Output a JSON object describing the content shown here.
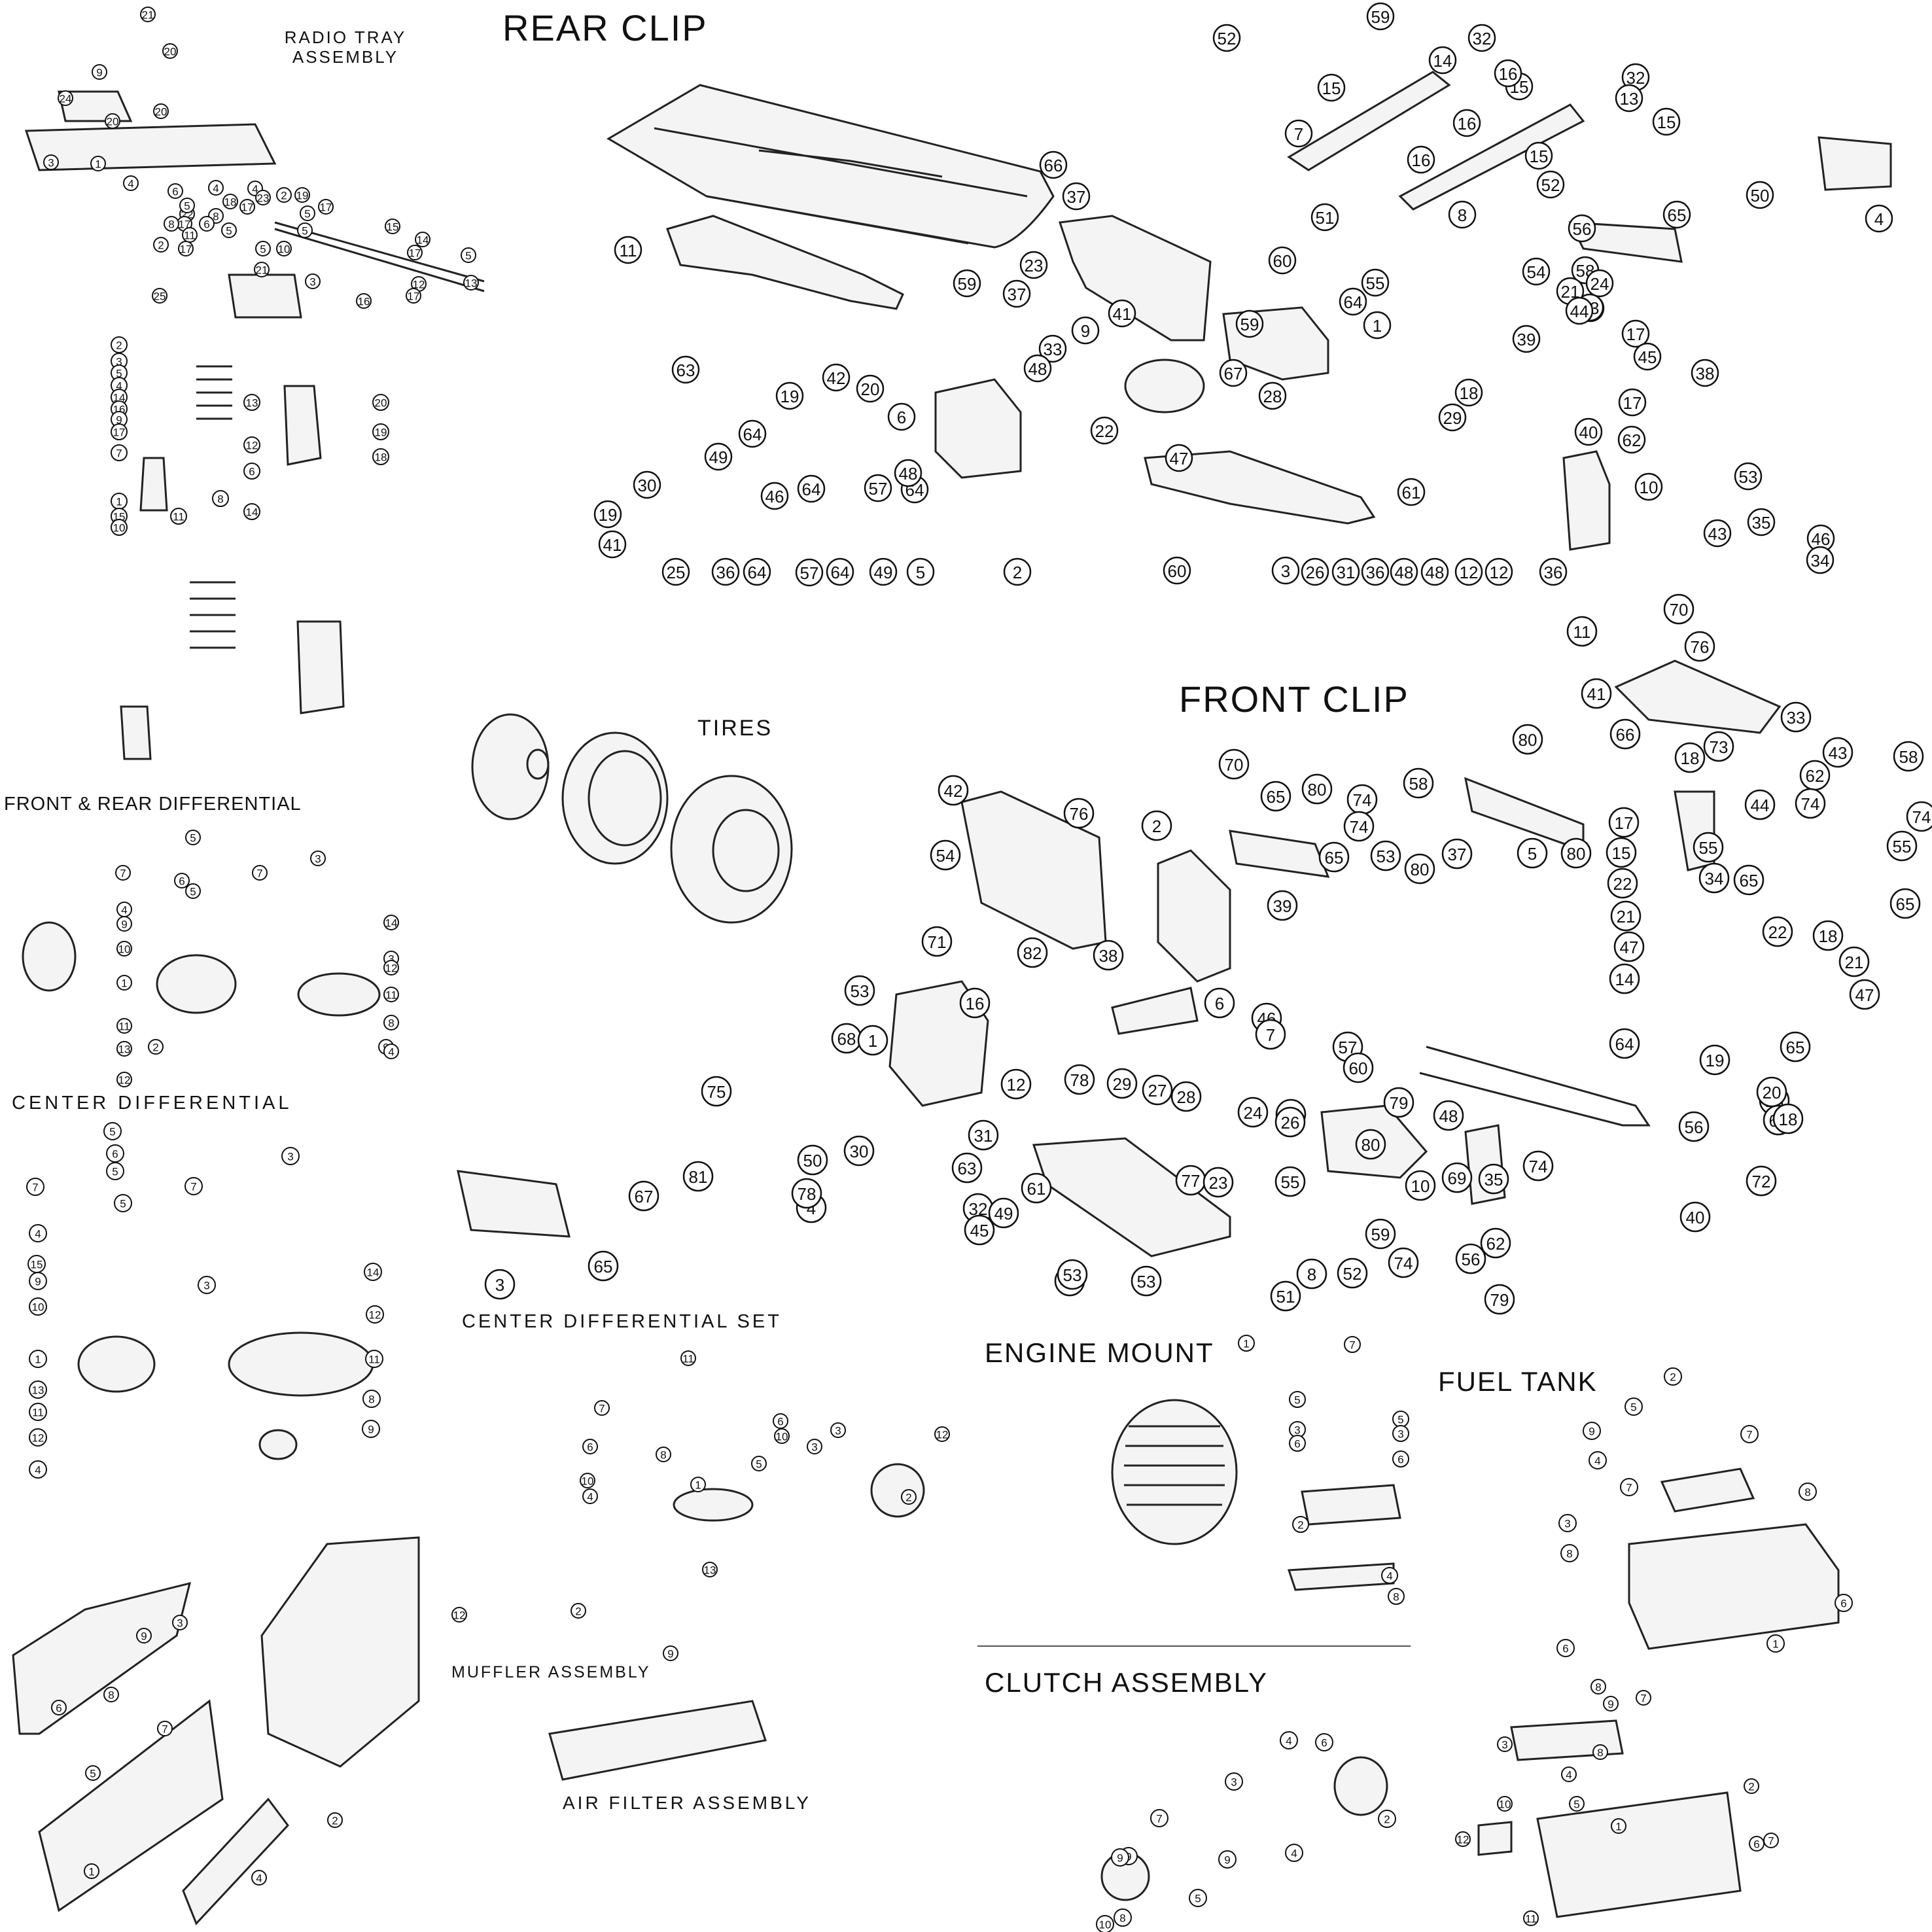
{
  "sections": {
    "radio_tray": "RADIO TRAY\nASSEMBLY",
    "rear_clip": "REAR CLIP",
    "tires": "TIRES",
    "front_clip": "FRONT CLIP",
    "front_rear_diff": "FRONT & REAR DIFFERENTIAL",
    "center_diff": "CENTER DIFFERENTIAL",
    "center_diff_set": "CENTER DIFFERENTIAL SET",
    "engine_mount": "ENGINE MOUNT",
    "fuel_tank": "FUEL TANK",
    "muffler": "MUFFLER ASSEMBLY",
    "clutch": "CLUTCH ASSEMBLY",
    "air_filter": "AIR FILTER ASSEMBLY"
  },
  "callouts": {
    "radio_tray": [
      "21",
      "20",
      "9",
      "24",
      "20",
      "3",
      "20",
      "1",
      "4",
      "4",
      "2",
      "6",
      "23",
      "18",
      "19",
      "17",
      "22",
      "5",
      "8",
      "5",
      "17",
      "5",
      "11",
      "17",
      "5",
      "2",
      "15",
      "14",
      "10",
      "17",
      "5",
      "13",
      "12",
      "17",
      "21",
      "16",
      "25",
      "3",
      "8",
      "4",
      "5",
      "6",
      "17"
    ],
    "rear_clip": [
      "59",
      "52",
      "32",
      "14",
      "15",
      "15",
      "16",
      "16",
      "16",
      "32",
      "13",
      "15",
      "15",
      "52",
      "7",
      "8",
      "50",
      "65",
      "4",
      "66",
      "37",
      "11",
      "23",
      "59",
      "51",
      "60",
      "55",
      "54",
      "64",
      "33",
      "56",
      "58",
      "24",
      "21",
      "33",
      "37",
      "9",
      "41",
      "59",
      "1",
      "39",
      "44",
      "17",
      "45",
      "38",
      "17",
      "33",
      "48",
      "63",
      "42",
      "20",
      "19",
      "6",
      "67",
      "22",
      "47",
      "28",
      "29",
      "18",
      "40",
      "64",
      "30",
      "49",
      "46",
      "64",
      "57",
      "64",
      "48",
      "61",
      "62",
      "53",
      "19",
      "41",
      "25",
      "36",
      "64",
      "57",
      "64",
      "49",
      "5",
      "2",
      "60",
      "3",
      "26",
      "31",
      "36",
      "48",
      "48",
      "12",
      "12",
      "36",
      "10",
      "43",
      "35",
      "46",
      "34",
      "36"
    ],
    "front_clip": [
      "70",
      "11",
      "76",
      "41",
      "33",
      "80",
      "66",
      "18",
      "73",
      "43",
      "58",
      "58",
      "62",
      "74",
      "17",
      "74",
      "44",
      "74",
      "70",
      "65",
      "80",
      "74",
      "53",
      "37",
      "5",
      "80",
      "55",
      "55",
      "15",
      "34",
      "65",
      "22",
      "42",
      "76",
      "54",
      "2",
      "39",
      "65",
      "80",
      "21",
      "65",
      "22",
      "18",
      "47",
      "14",
      "21",
      "47",
      "16",
      "71",
      "68",
      "38",
      "53",
      "82",
      "1",
      "6",
      "46",
      "7",
      "57",
      "65",
      "13",
      "19",
      "65",
      "18",
      "64",
      "20",
      "12",
      "60",
      "79",
      "48",
      "78",
      "29",
      "27",
      "28",
      "25",
      "24",
      "26",
      "10",
      "69",
      "35",
      "74",
      "56",
      "80",
      "75",
      "50",
      "30",
      "31",
      "63",
      "32",
      "61",
      "49",
      "8",
      "77",
      "55",
      "23",
      "45",
      "72",
      "40",
      "81",
      "4",
      "67",
      "78",
      "3",
      "65",
      "48",
      "53",
      "53",
      "52",
      "51",
      "59",
      "74",
      "56",
      "79",
      "62"
    ],
    "shocks": [
      "2",
      "3",
      "5",
      "4",
      "14",
      "16",
      "9",
      "17",
      "7",
      "13",
      "12",
      "6",
      "8",
      "14",
      "1",
      "11",
      "15",
      "10",
      "20",
      "19",
      "18"
    ],
    "center_diff": [
      "5",
      "7",
      "6",
      "7",
      "5",
      "4",
      "9",
      "10",
      "1",
      "11",
      "13",
      "12",
      "3",
      "14",
      "3",
      "12",
      "11",
      "8",
      "9",
      "4",
      "2"
    ],
    "center_diff_set": [
      "5",
      "6",
      "7",
      "7",
      "5",
      "4",
      "15",
      "9",
      "10",
      "1",
      "13",
      "11",
      "12",
      "3",
      "14",
      "3",
      "12",
      "11",
      "8",
      "9",
      "4",
      "5"
    ],
    "engine_mount": [
      "1",
      "7",
      "5",
      "5",
      "3",
      "3",
      "6",
      "6",
      "2",
      "4",
      "8"
    ],
    "fuel_tank": [
      "2",
      "5",
      "9",
      "7",
      "4",
      "7",
      "8",
      "3",
      "8",
      "6",
      "6",
      "1"
    ],
    "muffler": [
      "11",
      "7",
      "6",
      "10",
      "6",
      "10",
      "4",
      "8",
      "1",
      "5",
      "3",
      "12",
      "2",
      "3",
      "12",
      "2",
      "13",
      "9"
    ],
    "clutch": [
      "4",
      "6",
      "3",
      "2",
      "7",
      "9",
      "5",
      "9",
      "4",
      "10",
      "8",
      "9"
    ],
    "radio_box": [
      "8",
      "9",
      "7",
      "3",
      "8",
      "4",
      "2",
      "5",
      "10",
      "1",
      "12",
      "6",
      "7",
      "11"
    ],
    "body": [
      "1",
      "2",
      "3",
      "4",
      "5",
      "6",
      "7",
      "8",
      "9"
    ]
  }
}
